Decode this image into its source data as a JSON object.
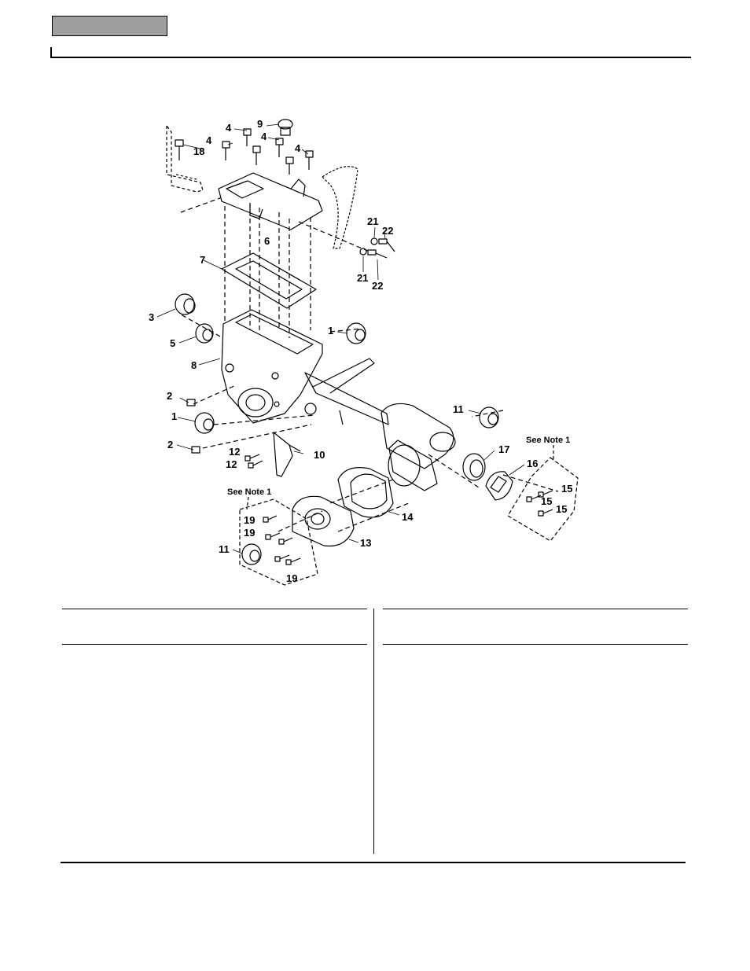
{
  "diagram": {
    "callouts": {
      "c1a": "1",
      "c1b": "1",
      "c2a": "2",
      "c2b": "2",
      "c3": "3",
      "c4a": "4",
      "c4b": "4",
      "c4c": "4",
      "c4d": "4",
      "c5": "5",
      "c6": "6",
      "c7": "7",
      "c8": "8",
      "c9": "9",
      "c10": "10",
      "c11a": "11",
      "c11b": "11",
      "c12a": "12",
      "c12b": "12",
      "c13": "13",
      "c14": "14",
      "c15a": "15",
      "c15b": "15",
      "c15c": "15",
      "c16": "16",
      "c17": "17",
      "c18": "18",
      "c19a": "19",
      "c19b": "19",
      "c19c": "19",
      "c21a": "21",
      "c21b": "21",
      "c22a": "22",
      "c22b": "22"
    },
    "notes": {
      "right": "See Note 1",
      "left": "See Note 1"
    }
  }
}
